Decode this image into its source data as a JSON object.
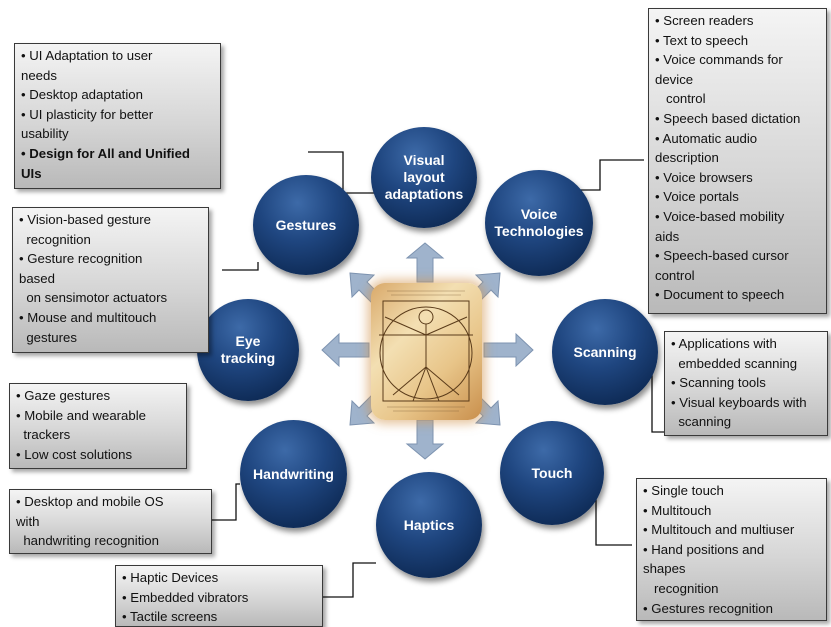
{
  "nodes": {
    "visual_layout": {
      "label": "Visual\nlayout\nadaptations"
    },
    "gestures": {
      "label": "Gestures"
    },
    "voice": {
      "label": "Voice\nTechnologies"
    },
    "eye_tracking": {
      "label": "Eye\ntracking"
    },
    "scanning": {
      "label": "Scanning"
    },
    "handwriting": {
      "label": "Handwriting"
    },
    "touch": {
      "label": "Touch"
    },
    "haptics": {
      "label": "Haptics"
    }
  },
  "lists": {
    "visual_layout": [
      "• UI Adaptation to user",
      "needs",
      "• Desktop adaptation",
      "• UI plasticity for better",
      "usability",
      "• Design for All and Unified",
      "UIs"
    ],
    "gestures": [
      "• Vision-based gesture",
      "  recognition",
      "• Gesture recognition",
      "based",
      "  on sensimotor actuators",
      "• Mouse and multitouch",
      "  gestures"
    ],
    "voice": [
      "• Screen readers",
      "• Text to speech",
      "• Voice commands for",
      "device",
      "   control",
      "• Speech based dictation",
      "• Automatic audio",
      "description",
      "• Voice browsers",
      "• Voice portals",
      "• Voice-based mobility",
      "aids",
      "• Speech-based cursor",
      "control",
      "• Document to speech"
    ],
    "eye_tracking": [
      "• Gaze gestures",
      "• Mobile and wearable",
      "  trackers",
      "• Low cost solutions"
    ],
    "scanning": [
      "• Applications with",
      "  embedded scanning",
      "• Scanning tools",
      "• Visual keyboards with",
      "  scanning"
    ],
    "handwriting": [
      "• Desktop and mobile OS",
      "with",
      "  handwriting recognition"
    ],
    "touch": [
      "• Single touch",
      "• Multitouch",
      "• Multitouch and multiuser",
      "• Hand positions and",
      "shapes",
      "   recognition",
      "• Gestures recognition"
    ],
    "haptics": [
      "• Haptic Devices",
      "• Embedded vibrators",
      "• Tactile screens"
    ]
  },
  "colors": {
    "node_fill": "#1f4680",
    "box_fill": "#d6d6d6",
    "arrow_fill": "#9fb3cc",
    "center_frame": "#e8c589"
  }
}
